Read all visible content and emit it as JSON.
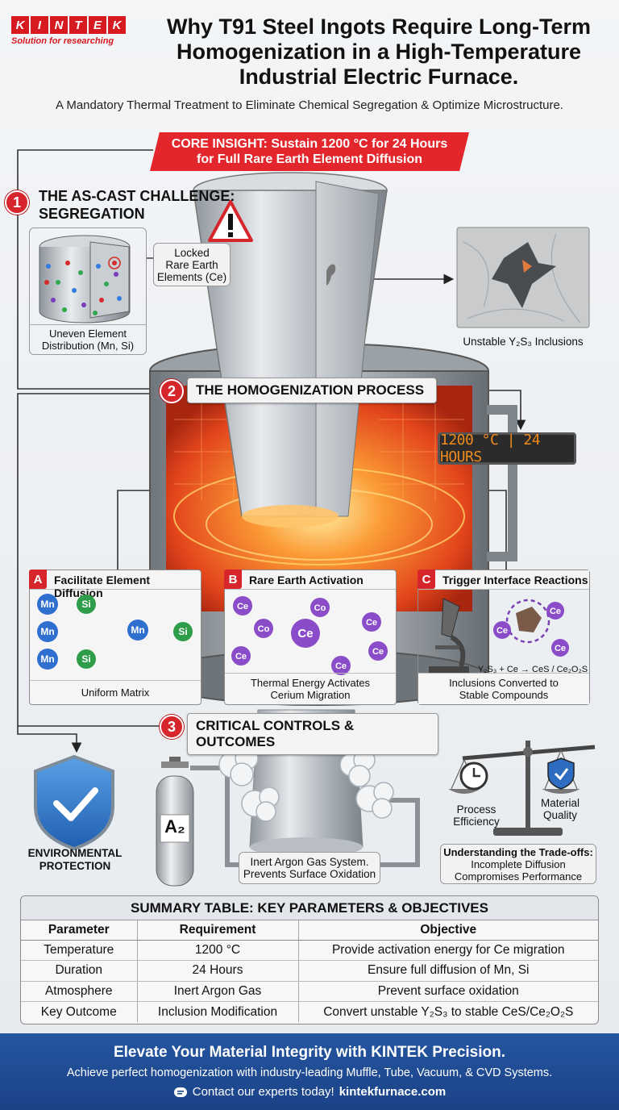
{
  "brand": {
    "logo_letters": [
      "K",
      "I",
      "N",
      "T",
      "E",
      "K"
    ],
    "tagline": "Solution for researching",
    "color": "#d71920"
  },
  "title": "Why T91 Steel Ingots Require Long-Term Homogenization in a High-Temperature Industrial Electric Furnace.",
  "subtitle": "A Mandatory Thermal Treatment to Eliminate Chemical Segregation & Optimize Microstructure.",
  "core_insight": {
    "line1": "CORE INSIGHT: Sustain 1200 °C for 24 Hours",
    "line2": "for Full Rare Earth Element Diffusion"
  },
  "section1": {
    "number": "1",
    "title_line1": "THE AS-CAST CHALLENGE:",
    "title_line2": "SEGREGATION",
    "uneven_caption_1": "Uneven Element",
    "uneven_caption_2": "Distribution (Mn, Si)",
    "locked_1": "Locked",
    "locked_2": "Rare Earth",
    "locked_3": "Elements (Ce)",
    "inclusion_caption": "Unstable Y₂S₃ Inclusions"
  },
  "section2": {
    "number": "2",
    "title": "THE HOMOGENIZATION PROCESS",
    "display": "1200 °C | 24 HOURS",
    "cards": [
      {
        "letter": "A",
        "title": "Facilitate Element Diffusion",
        "footer_1": "Uniform Matrix",
        "footer_2": "",
        "atoms": [
          "Mn",
          "Si",
          "Mn",
          "Mn",
          "Si",
          "Mn",
          "Si"
        ]
      },
      {
        "letter": "B",
        "title": "Rare Earth Activation",
        "footer_1": "Thermal Energy Activates",
        "footer_2": "Cerium Migration",
        "atoms": [
          "Ce",
          "Co",
          "Co",
          "Ce",
          "Ce",
          "Ce",
          "Ce",
          "Ce"
        ]
      },
      {
        "letter": "C",
        "title": "Trigger Interface Reactions",
        "footer_1": "Inclusions Converted to",
        "footer_2": "Stable Compounds",
        "reaction": "Y₂S₃ + Ce → CeS / Ce₂O₂S",
        "atoms": [
          "Ce",
          "Ce",
          "Ce"
        ]
      }
    ]
  },
  "section3": {
    "number": "3",
    "title": "CRITICAL CONTROLS & OUTCOMES",
    "shield_1": "ENVIRONMENTAL",
    "shield_2": "PROTECTION",
    "tank_label": "A₂",
    "argon_1": "Inert Argon Gas System.",
    "argon_2": "Prevents Surface Oxidation",
    "scale_left_1": "Process",
    "scale_left_2": "Efficiency",
    "scale_right_1": "Material",
    "scale_right_2": "Quality",
    "tradeoff_1": "Understanding the Trade-offs:",
    "tradeoff_2": "Incomplete Diffusion",
    "tradeoff_3": "Compromises Performance"
  },
  "table": {
    "title": "SUMMARY TABLE: KEY PARAMETERS & OBJECTIVES",
    "headers": [
      "Parameter",
      "Requirement",
      "Objective"
    ],
    "rows": [
      [
        "Temperature",
        "1200 °C",
        "Provide activation energy for Ce migration"
      ],
      [
        "Duration",
        "24 Hours",
        "Ensure full diffusion of Mn, Si"
      ],
      [
        "Atmosphere",
        "Inert Argon Gas",
        "Prevent surface oxidation"
      ],
      [
        "Key Outcome",
        "Inclusion Modification",
        "Convert unstable Y₂S₃ to stable CeS/Ce₂O₂S"
      ]
    ]
  },
  "footer": {
    "headline": "Elevate Your Material Integrity with KINTEK Precision.",
    "line2": "Achieve perfect homogenization with industry-leading Muffle, Tube, Vacuum, & CVD Systems.",
    "contact_prefix": "Contact our experts today!",
    "contact_link": "kintekfurnace.com"
  },
  "colors": {
    "accent_red": "#d6262b",
    "footer_blue": "#1f4b93",
    "furnace_orange": "#f27a2a",
    "display_orange": "#f08a1c"
  },
  "icons": [
    "warning-icon",
    "microscope-icon",
    "shield-check-icon",
    "clock-icon",
    "balance-scale-icon",
    "argon-tank-icon",
    "contact-icon"
  ]
}
